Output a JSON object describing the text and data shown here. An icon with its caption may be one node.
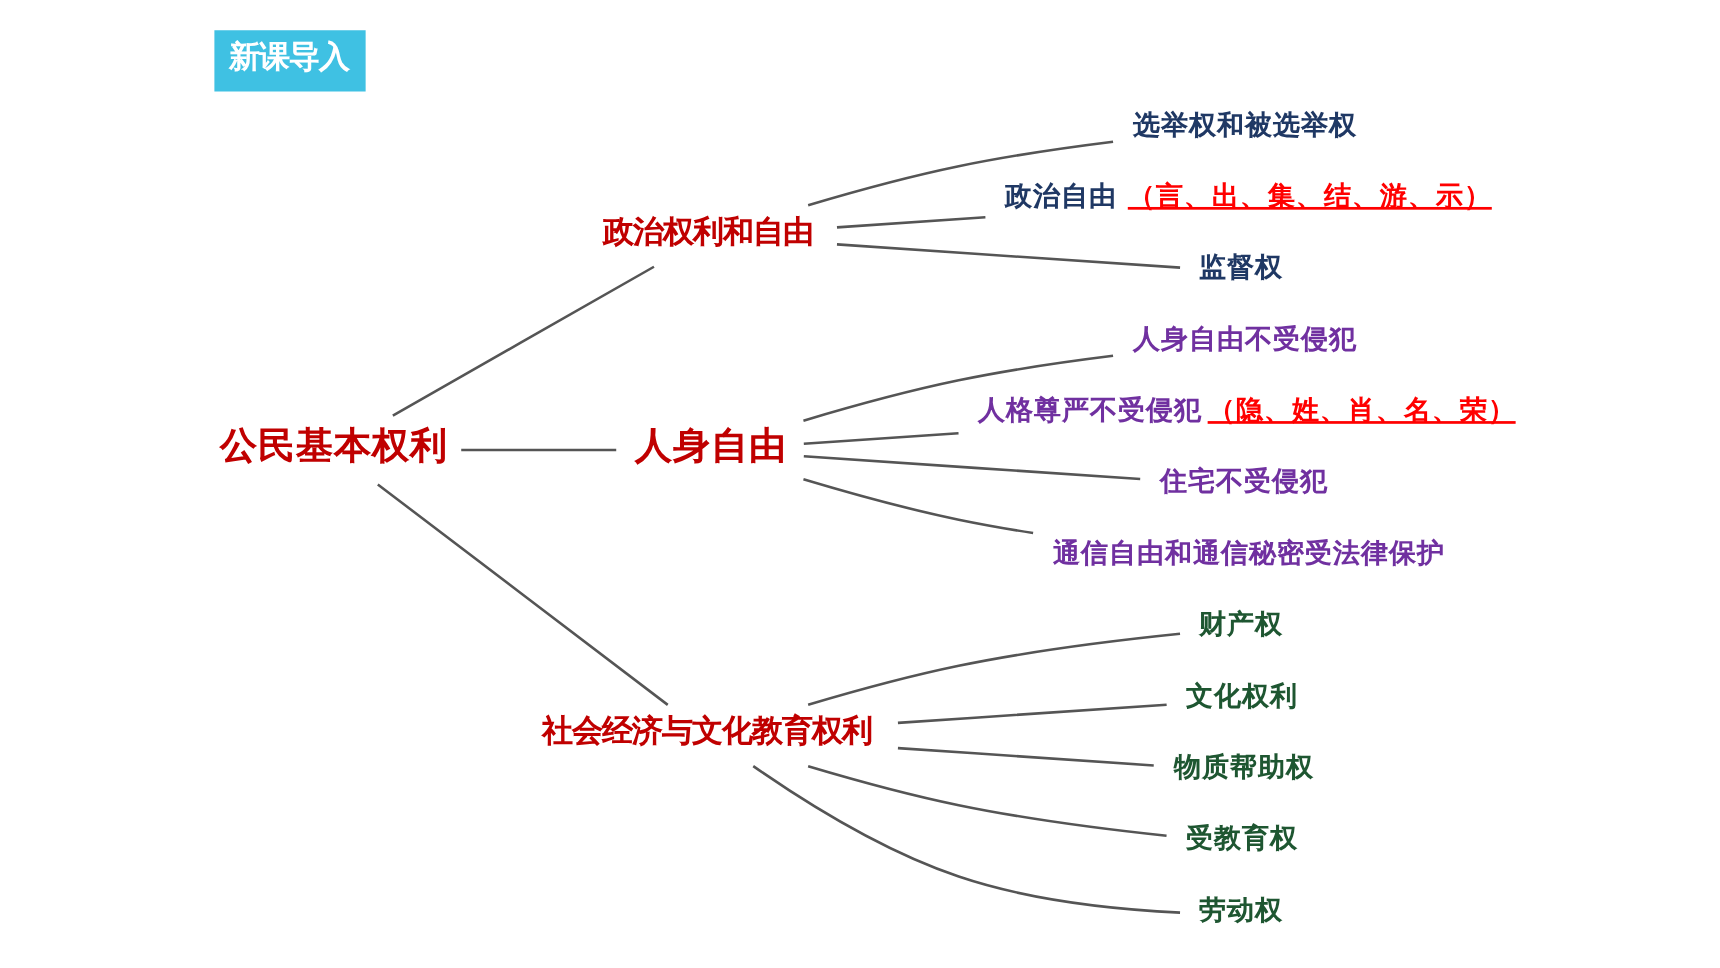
{
  "diagram": {
    "title": "新课导入",
    "nodes": [
      {
        "text": [
          "公民基本权利"
        ]
      },
      {
        "text": [
          "政治权利和自由"
        ]
      },
      {
        "text": [
          "选举权和被选举权"
        ]
      },
      {
        "text": [
          "政治自由",
          "（言、出、集、结、游、示）"
        ]
      },
      {
        "text": [
          "监督权"
        ]
      },
      {
        "text": [
          "人身自由"
        ]
      },
      {
        "text": [
          "人身自由不受侵犯"
        ]
      },
      {
        "text": [
          "人格尊严不受侵犯",
          "（隐、姓、肖、名、荣）"
        ]
      },
      {
        "text": [
          "住宅不受侵犯"
        ]
      },
      {
        "text": [
          "通信自由和通信秘密受法律保护"
        ]
      },
      {
        "text": [
          "社会经济与文化教育权利"
        ]
      },
      {
        "text": [
          "财产权"
        ]
      },
      {
        "text": [
          "文化权利"
        ]
      },
      {
        "text": [
          "物质帮助权"
        ]
      },
      {
        "text": [
          "受教育权"
        ]
      },
      {
        "text": [
          "劳动权"
        ]
      }
    ],
    "edges": [
      {
        "from": 0,
        "to": 1,
        "arrow": "none"
      },
      {
        "from": 0,
        "to": 5,
        "arrow": "none"
      },
      {
        "from": 0,
        "to": 10,
        "arrow": "none"
      },
      {
        "from": 1,
        "to": 2,
        "arrow": "none"
      },
      {
        "from": 1,
        "to": 3,
        "arrow": "none"
      },
      {
        "from": 1,
        "to": 4,
        "arrow": "none"
      },
      {
        "from": 5,
        "to": 6,
        "arrow": "none"
      },
      {
        "from": 5,
        "to": 7,
        "arrow": "none"
      },
      {
        "from": 5,
        "to": 8,
        "arrow": "none"
      },
      {
        "from": 5,
        "to": 9,
        "arrow": "none"
      },
      {
        "from": 10,
        "to": 11,
        "arrow": "none"
      },
      {
        "from": 10,
        "to": 12,
        "arrow": "none"
      },
      {
        "from": 10,
        "to": 13,
        "arrow": "none"
      },
      {
        "from": 10,
        "to": 14,
        "arrow": "none"
      },
      {
        "from": 10,
        "to": 15,
        "arrow": "none"
      }
    ]
  }
}
